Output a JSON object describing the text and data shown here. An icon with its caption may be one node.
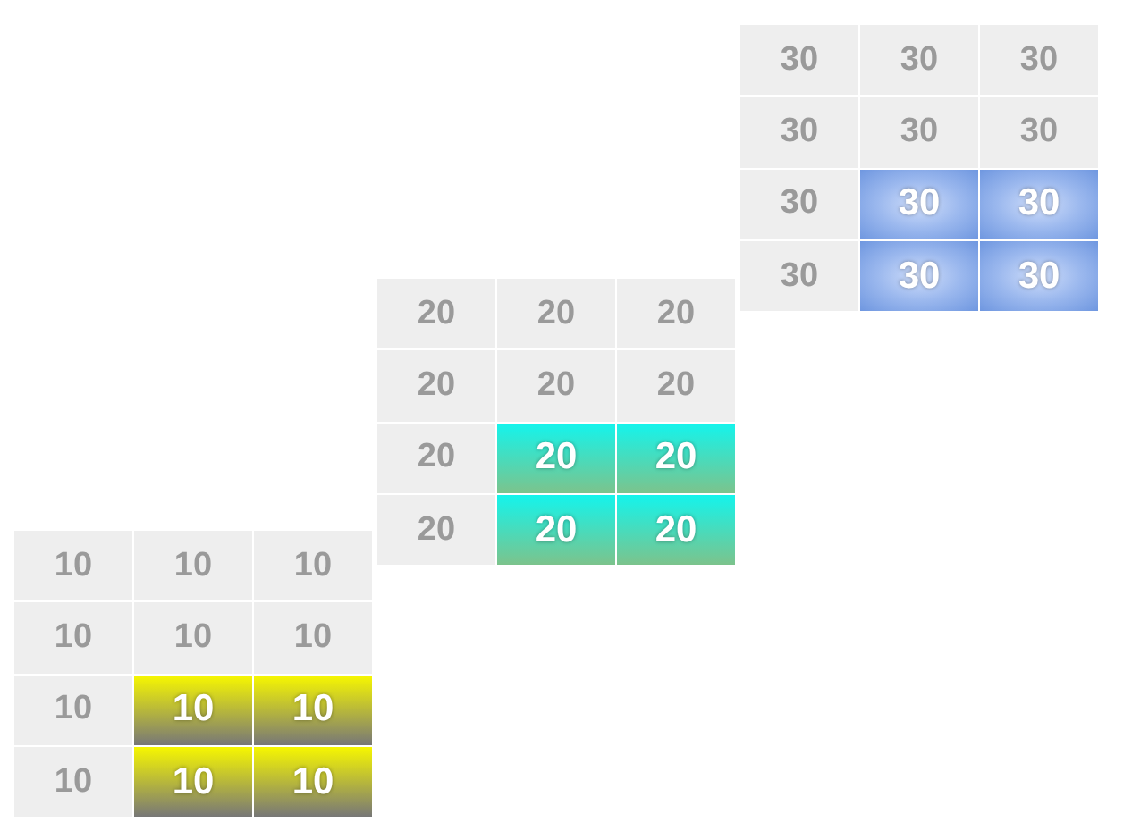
{
  "diagram": {
    "nodes": [
      {
        "text": [
          "30"
        ]
      },
      {
        "text": [
          "30"
        ]
      },
      {
        "text": [
          "30"
        ]
      },
      {
        "text": [
          "30"
        ]
      },
      {
        "text": [
          "30"
        ]
      },
      {
        "text": [
          "30"
        ]
      },
      {
        "text": [
          "30"
        ]
      },
      {
        "text": [
          "30"
        ]
      },
      {
        "text": [
          "30"
        ]
      },
      {
        "text": [
          "30"
        ]
      },
      {
        "text": [
          "30"
        ]
      },
      {
        "text": [
          "30"
        ]
      },
      {
        "text": [
          "20"
        ]
      },
      {
        "text": [
          "20"
        ]
      },
      {
        "text": [
          "20"
        ]
      },
      {
        "text": [
          "20"
        ]
      },
      {
        "text": [
          "20"
        ]
      },
      {
        "text": [
          "20"
        ]
      },
      {
        "text": [
          "20"
        ]
      },
      {
        "text": [
          "20"
        ]
      },
      {
        "text": [
          "20"
        ]
      },
      {
        "text": [
          "20"
        ]
      },
      {
        "text": [
          "20"
        ]
      },
      {
        "text": [
          "20"
        ]
      },
      {
        "text": [
          "10"
        ]
      },
      {
        "text": [
          "10"
        ]
      },
      {
        "text": [
          "10"
        ]
      },
      {
        "text": [
          "10"
        ]
      },
      {
        "text": [
          "10"
        ]
      },
      {
        "text": [
          "10"
        ]
      },
      {
        "text": [
          "10"
        ]
      },
      {
        "text": [
          "10"
        ]
      },
      {
        "text": [
          "10"
        ]
      },
      {
        "text": [
          "10"
        ]
      },
      {
        "text": [
          "10"
        ]
      },
      {
        "text": [
          "10"
        ]
      }
    ]
  }
}
